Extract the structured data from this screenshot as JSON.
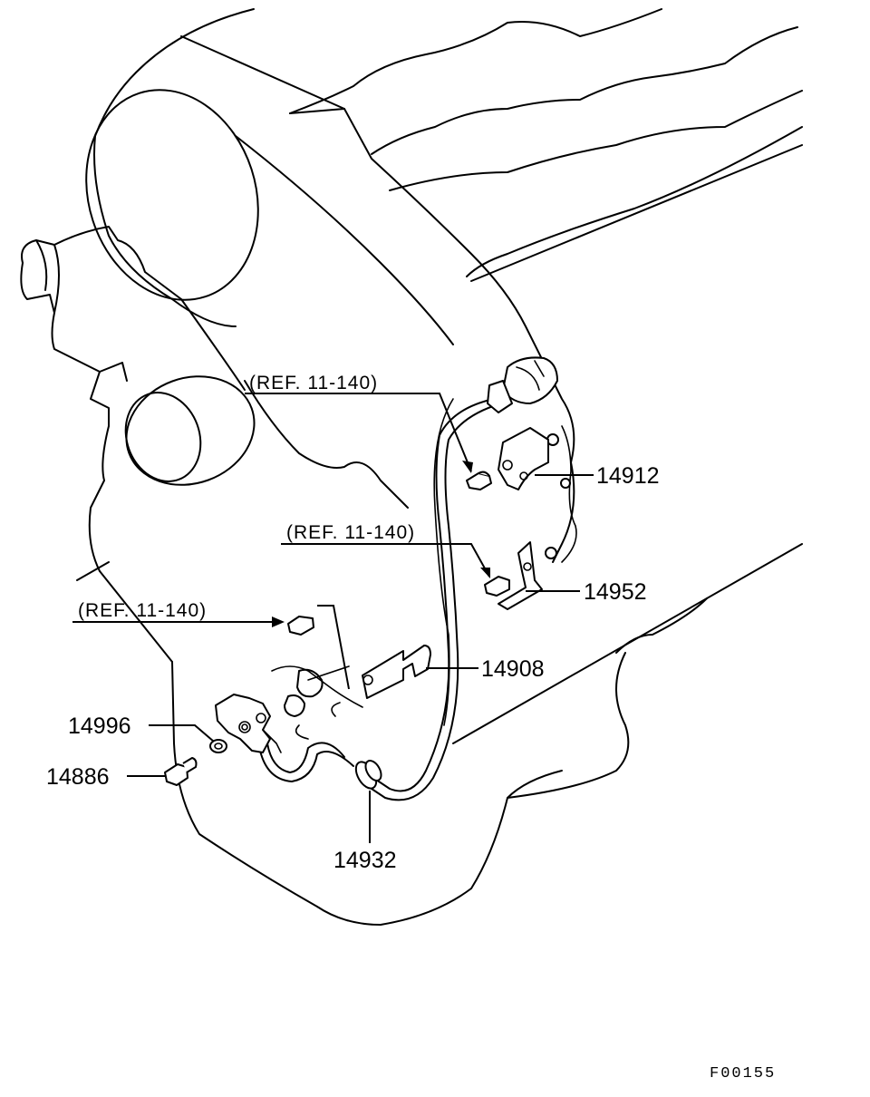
{
  "figure_code": "F00155",
  "references": [
    {
      "text": "(REF. 11-140)"
    },
    {
      "text": "(REF. 11-140)"
    },
    {
      "text": "(REF. 11-140)"
    }
  ],
  "part_numbers": [
    {
      "number": "14912"
    },
    {
      "number": "14952"
    },
    {
      "number": "14908"
    },
    {
      "number": "14996"
    },
    {
      "number": "14886"
    },
    {
      "number": "14932"
    }
  ]
}
